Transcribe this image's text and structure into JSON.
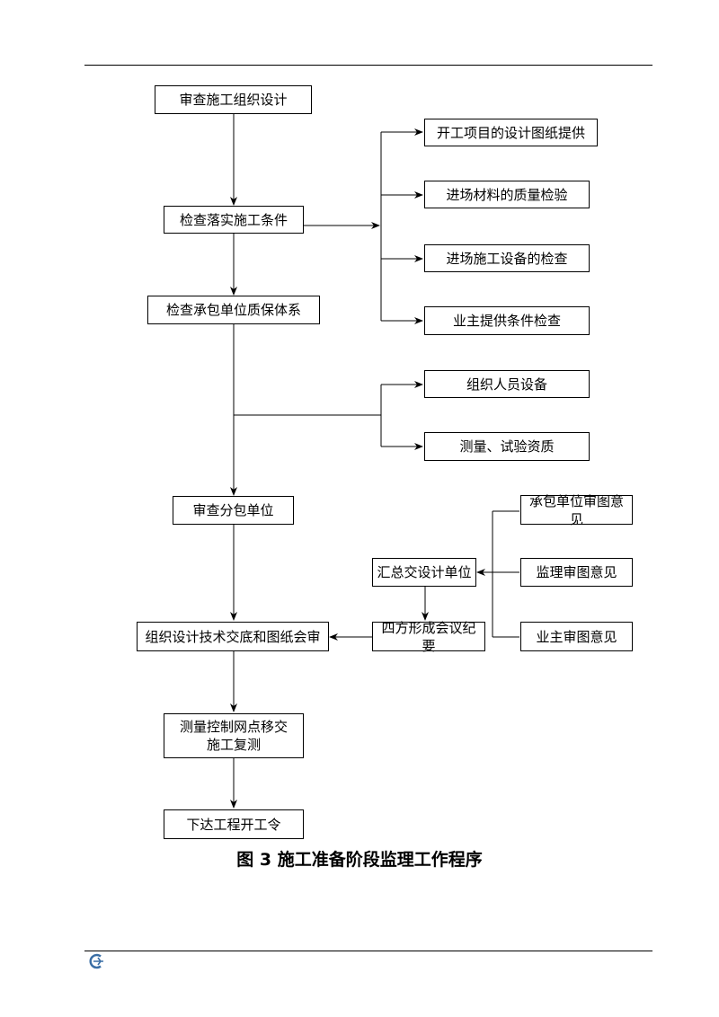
{
  "boxes": {
    "review_org_design": "审查施工组织设计",
    "check_construction_conditions": "检查落实施工条件",
    "check_quality_system": "检查承包单位质保体系",
    "review_subcontractor": "审查分包单位",
    "design_disclosure": "组织设计技术交底和图纸会审",
    "survey_handover": "测量控制网点移交\n施工复测",
    "issue_start_order": "下达工程开工令",
    "drawings_provided": "开工项目的设计图纸提供",
    "material_quality": "进场材料的质量检验",
    "equipment_inspection": "进场施工设备的检查",
    "owner_conditions": "业主提供条件检查",
    "staff_equipment": "组织人员设备",
    "survey_qualification": "测量、试验资质",
    "contractor_opinion": "承包单位审图意见",
    "supervisor_opinion": "监理审图意见",
    "owner_opinion": "业主审图意见",
    "summary_to_designer": "汇总交设计单位",
    "meeting_minutes": "四方形成会议纪要"
  },
  "caption": "图 3 施工准备阶段监理工作程序",
  "icons": {
    "footer_logo": "company-logo-icon"
  }
}
